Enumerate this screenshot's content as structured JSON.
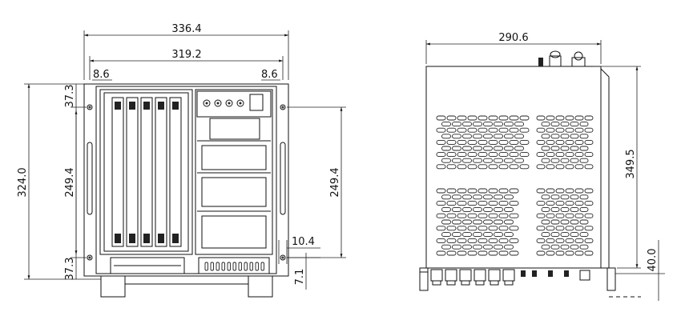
{
  "front_view": {
    "dims": {
      "overall_width": "336.4",
      "inner_width": "319.2",
      "ear_left": "8.6",
      "ear_right": "8.6",
      "overall_height": "324.0",
      "top_hole": "37.3",
      "hole_spacing_left": "249.4",
      "bottom_hole": "37.3",
      "hole_spacing_right": "249.4",
      "hole_offset": "10.4",
      "hole_gap": "7.1"
    }
  },
  "side_view": {
    "dims": {
      "depth": "290.6",
      "height": "349.5",
      "bracket": "40.0"
    }
  },
  "colors": {
    "line": "#111111",
    "background": "#ffffff",
    "vent": "#222222"
  }
}
